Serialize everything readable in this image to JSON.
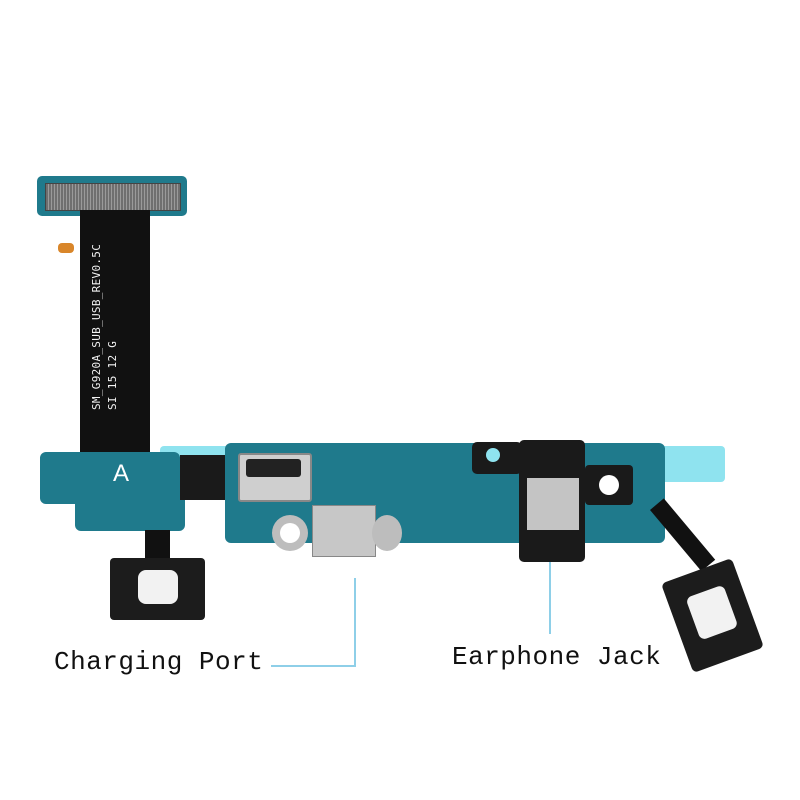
{
  "product": {
    "flex_cable_text_line1": "SM_G920A_SUB_USB_REV0.5C",
    "flex_cable_text_line2": "SI 15 12  G",
    "board_marking": "A"
  },
  "labels": {
    "charging_port": "Charging Port",
    "earphone_jack": "Earphone Jack"
  },
  "colors": {
    "pcb": "#1f7a8c",
    "pcb_dark": "#17606f",
    "flex": "#111111",
    "metal": "#c7c7c7",
    "callout_line": "#8ecfe8",
    "tape": "#8fe3ef"
  }
}
